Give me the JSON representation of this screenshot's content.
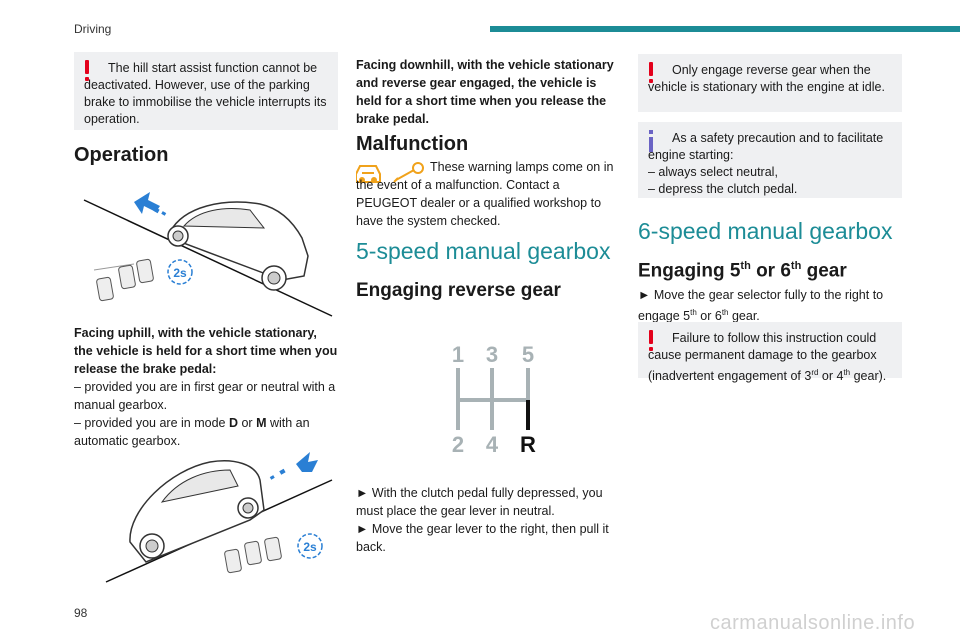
{
  "header": {
    "label": "Driving"
  },
  "page_number": "98",
  "watermark": "carmanualsonline.info",
  "col1": {
    "note1": "The hill start assist function cannot be deactivated. However, use of the parking brake to immobilise the vehicle interrupts its operation.",
    "heading": "Operation",
    "uphill_bold": "Facing uphill, with the vehicle stationary, the vehicle is held for a short time when you release the brake pedal:",
    "uphill_item1": "– provided you are in first gear or neutral with a manual gearbox.",
    "uphill_item2_pre": "– provided you are in mode ",
    "uphill_item2_d": "D",
    "uphill_item2_or": " or ",
    "uphill_item2_m": "M",
    "uphill_item2_post": " with an automatic gearbox.",
    "badge": "2s"
  },
  "col2": {
    "downhill_bold": "Facing downhill, with the vehicle stationary and reverse gear engaged, the vehicle is held for a short time when you release the brake pedal.",
    "malfunction_heading": "Malfunction",
    "malfunction_text": "These warning lamps come on in the event of a malfunction. Contact a PEUGEOT dealer or a qualified workshop to have the system checked.",
    "gearbox5_heading": "5-speed manual gearbox",
    "reverse_heading": "Engaging reverse gear",
    "gear_labels": {
      "g1": "1",
      "g3": "3",
      "g5": "5",
      "g2": "2",
      "g4": "4",
      "gr": "R"
    },
    "step1": "► With the clutch pedal fully depressed, you must place the gear lever in neutral.",
    "step2": "► Move the gear lever to the right, then pull it back."
  },
  "col3": {
    "note_warn": "Only engage reverse gear when the vehicle is stationary with the engine at idle.",
    "note_info_title": "As a safety precaution and to facilitate engine starting:",
    "note_info_item1": "– always select neutral,",
    "note_info_item2": "– depress the clutch pedal.",
    "gearbox6_heading": "6-speed manual gearbox",
    "engaging_heading_pre": "Engaging 5",
    "engaging_sup1": "th",
    "engaging_or": " or 6",
    "engaging_sup2": "th",
    "engaging_post": " gear",
    "move_pre": "► Move the gear selector fully to the right to engage 5",
    "move_sup1": "th",
    "move_or": " or 6",
    "move_sup2": "th",
    "move_post": " gear.",
    "fail_pre": "Failure to follow this instruction could cause permanent damage to the gearbox (inadvertent engagement of 3",
    "fail_sup1": "rd",
    "fail_or": " or 4",
    "fail_sup2": "th",
    "fail_post": " gear)."
  },
  "colors": {
    "accent": "#1c8c96",
    "warning": "#e3001b",
    "info": "#6a63c4",
    "arrow": "#2a7fd4",
    "lamp": "#f0a21b"
  }
}
